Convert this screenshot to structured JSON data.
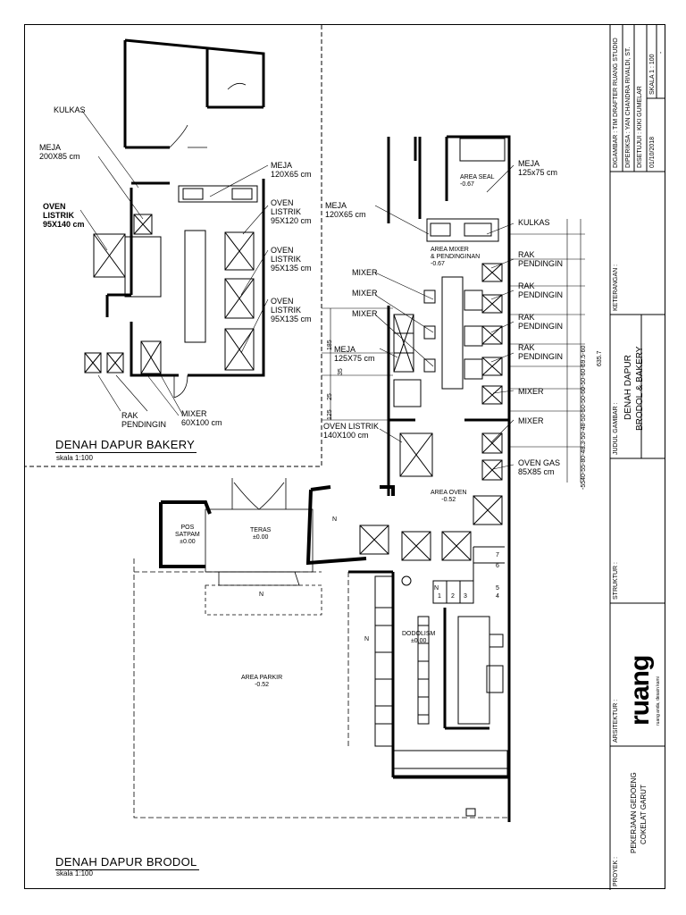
{
  "drawing_bakery": {
    "title": "DENAH DAPUR BAKERY",
    "scale": "skala 1:100",
    "labels": {
      "kulkas": "KULKAS",
      "meja200": "MEJA\n200X85 cm",
      "oven95x140": "OVEN\nLISTRIK\n95X140 cm",
      "meja120": "MEJA\n120X65 cm",
      "oven95x120": "OVEN\nLISTRIK\n95X120 cm",
      "oven95x135a": "OVEN\nLISTRIK\n95X135 cm",
      "oven95x135b": "OVEN\nLISTRIK\n95X135 cm",
      "rak": "RAK\nPENDINGIN",
      "mixer": "MIXER\n60X100 cm"
    }
  },
  "drawing_brodol": {
    "title": "DENAH DAPUR BRODOL",
    "scale": "skala 1:100",
    "labels": {
      "meja125a": "MEJA\n125x75 cm",
      "area_seal": "AREA SEAL\n-0.67",
      "kulkas": "KULKAS",
      "meja120": "MEJA\n120X65 cm",
      "area_mixer": "AREA MIXER\n& PENDINGINAN\n-0.67",
      "rak1": "RAK\nPENDINGIN",
      "rak2": "RAK\nPENDINGIN",
      "rak3": "RAK\nPENDINGIN",
      "rak4": "RAK\nPENDINGIN",
      "mixer1": "MIXER",
      "mixer2": "MIXER",
      "mixer3": "MIXER",
      "meja125b": "MEJA\n125X75 cm",
      "mixer_r1": "MIXER",
      "mixer_r2": "MIXER",
      "oven_listrik": "OVEN LISTRIK\n140X100 cm",
      "oven_gas": "OVEN GAS\n85X85 cm",
      "area_oven": "AREA OVEN\n-0.52",
      "pos_satpam": "POS\nSATPAM\n±0.00",
      "teras": "TERAS\n±0.00",
      "dodolisme": "DODOLISM\n±0.00",
      "area_parkir": "AREA PARKIR\n-0.52",
      "north": "N"
    },
    "dims_vertical": [
      "-55",
      "40",
      "55",
      "80",
      "48.3",
      "50",
      "48",
      "50",
      "50",
      "50",
      "60",
      "50",
      "60",
      "69.5",
      "60"
    ],
    "dim_total": "635.7",
    "dims_left": [
      "185",
      "35",
      "25",
      "125"
    ],
    "stairs": [
      "1",
      "2",
      "3",
      "4",
      "5",
      "6",
      "7"
    ]
  },
  "title_block": {
    "digambar": "DIGAMBAR  : TIM DRAFTER RUANG STUDIO",
    "diperiksa": "DIPERIKSA  : YAN CHANDRA RIVALDI, ST.",
    "disetujui": "DISETUJUI  : KIKI GUMELAR",
    "date": "01/10/2018",
    "skala": "SKALA 1 : 100",
    "dash": "-",
    "keterangan": "KETERANGAN :",
    "judul_label": "JUDUL GAMBAR :",
    "judul_line1": "DENAH DAPUR",
    "judul_line2": "BRODOL & BAKERY",
    "struktur": "STRUKTUR :",
    "arsitektur": "ARSITEKTUR :",
    "logo_text": "ruang",
    "logo_sub": "ruang anda, desain kami",
    "proyek_label": "PROYEK :",
    "proyek_line1": "PEKERJAAN GEDOENG",
    "proyek_line2": "COKELAT GARUT"
  }
}
